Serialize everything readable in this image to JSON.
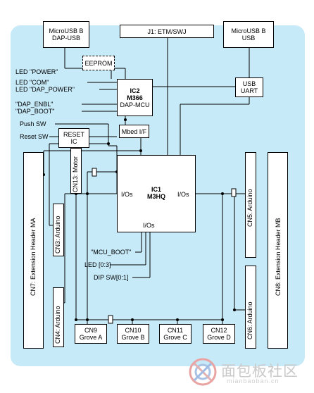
{
  "blocks": {
    "microusb_dap": [
      "MicroUSB B",
      "DAP-USB"
    ],
    "j1": "J1: ETM/SWJ",
    "microusb_usb": [
      "MicroUSB B",
      "USB"
    ],
    "eeprom": "EEPROM",
    "ic2": [
      "IC2",
      "M366",
      "DAP-MCU"
    ],
    "usb_uart": [
      "USB",
      "UART"
    ],
    "mbed": "Mbed I/F",
    "reset_ic": [
      "RESET",
      "IC"
    ],
    "ic1": [
      "IC1",
      "M3HQ"
    ],
    "ic1_ios_left": "I/Os",
    "ic1_ios_right": "I/Os",
    "ic1_ios_bottom": "I/Os",
    "cn7": "CN7: Extension Header MA",
    "cn8": "CN8: Extension Header MB",
    "cn13": "CN13: Motor",
    "cn3": "CN3: Arduino",
    "cn4": "CN4: Arduino",
    "cn5": "CN5: Arduino",
    "cn6": "CN6: Arduino",
    "cn9": [
      "CN9",
      "Grove A"
    ],
    "cn10": [
      "CN10",
      "Grove B"
    ],
    "cn11": [
      "CN11",
      "Grove C"
    ],
    "cn12": [
      "CN12",
      "Grove D"
    ]
  },
  "signals": {
    "led_power": "LED \"POWER\"",
    "led_com": "LED \"COM\"",
    "led_dap_power": "LED \"DAP_POWER\"",
    "dap_enbl": "\"DAP_ENBL\"",
    "dap_boot": "\"DAP_BOOT\"",
    "push_sw": "Push SW",
    "reset_sw": "Reset SW",
    "mcu_boot": "\"MCU_BOOT\"",
    "led_03": "LED [0:3]",
    "dip_sw": "DIP SW[0:1]"
  },
  "watermark": {
    "text": "面包板社区",
    "sub": "mianbaoban.cn"
  },
  "colors": {
    "board": "#c7eaf9",
    "line": "#000000",
    "watermark": "#c9c9c9"
  }
}
